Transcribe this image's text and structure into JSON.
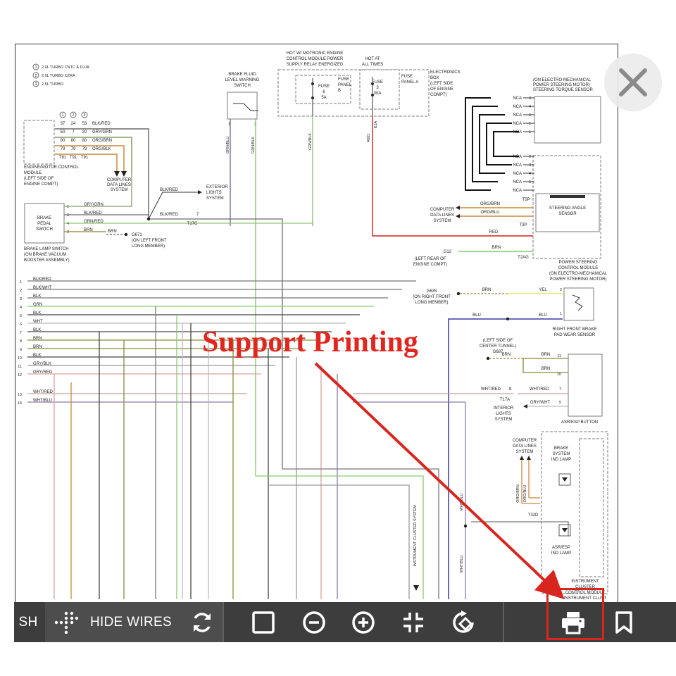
{
  "overlay": {
    "promo_text": "Support Printing",
    "accent_color": "#d8261f",
    "close_icon": "close-icon"
  },
  "toolbar": {
    "partial_label": "SH",
    "hide_wires_label": "HIDE WIRES",
    "icons": [
      "hide-wires-icon",
      "refresh-icon",
      "fit-page-icon",
      "zoom-out-icon",
      "zoom-in-icon",
      "shrink-icon",
      "rotate-icon",
      "print-icon",
      "bookmark-icon"
    ]
  },
  "diagram": {
    "legend": [
      "1",
      "2.0L TURBO CNTC & DJJA",
      "2",
      "2.0L TURBO CZRA",
      "3",
      "2.5L TURBO"
    ],
    "ecm_pins": {
      "headers": [
        "1",
        "2",
        "3"
      ],
      "rows": [
        [
          "37",
          "24",
          "53",
          "BLK/RED"
        ],
        [
          "50",
          "7",
          "20",
          "GRY/GRN"
        ],
        [
          "80",
          "80",
          "80",
          "ORG/BRN"
        ],
        [
          "79",
          "79",
          "79",
          "ORG/BLK"
        ],
        [
          "T81",
          "T91",
          "T91"
        ]
      ],
      "label": [
        "ENGINE/MOTOR CONTROL",
        "MODULE",
        "(LEFT SIDE OF",
        "ENGINE COMPT)"
      ]
    },
    "computer_data_lines_1": [
      "COMPUTER",
      "DATA LINES",
      "SYSTEM"
    ],
    "brake_fluid": [
      "BRAKE FLUID",
      "LEVEL WARNING",
      "SWITCH"
    ],
    "hot_motronic": [
      "HOT W/ MOTRONIC ENGINE",
      "CONTROL MODULE POWER",
      "SUPPLY RELAY ENERGIZED"
    ],
    "hot_at": [
      "HOT AT",
      "ALL TIMES"
    ],
    "fuse_a": [
      "FUSE",
      "6",
      "5A"
    ],
    "fuse_panel_b": [
      "FUSE",
      "PANEL",
      "B"
    ],
    "fuse_b": [
      "FUSE",
      "3",
      "30A"
    ],
    "fuse_panel_a": [
      "FUSE",
      "PANEL A"
    ],
    "electronics_box": [
      "ELECTRONICS",
      "BOX",
      "(LEFT SIDE",
      "OF ENGINE",
      "COMPT)"
    ],
    "eps_motor": [
      "(ON ELECTRO-MECHANICAL",
      "POWER STEERING MOTOR)",
      "STEERING TORQUE SENSOR"
    ],
    "nca": [
      "NCA",
      "NCA",
      "NCA",
      "NCA",
      "NCA",
      "NCA",
      "NCA",
      "NCA",
      "NCA",
      "NCA"
    ],
    "nca_pins": [
      "3",
      "4",
      "2",
      "1",
      "1",
      "2",
      "3",
      "4",
      "5"
    ],
    "connector_t5p": "T5P",
    "connector_t3p": "T3P",
    "connector_t2ag": "T2AG",
    "computer_data_lines_2": [
      "COMPUTER",
      "DATA LINES",
      "SYSTEM"
    ],
    "org_brn": "ORG/BRN",
    "org_blu": "ORG/BLU",
    "red": "RED",
    "brn": "BRN",
    "steering_angle": [
      "STEERING ANGLE",
      "SENSOR"
    ],
    "g12": "G12",
    "left_rear": [
      "(LEFT REAR OF",
      "ENGINE COMPT)"
    ],
    "ps_module": [
      "POWER STEERING",
      "CONTROL MODULE",
      "(ON ELECTRO-MECHANICAL",
      "POWER STEERING MOTOR)"
    ],
    "exterior_lights": [
      "EXTERIOR",
      "LIGHTS",
      "SYSTEM"
    ],
    "brake_pedal": [
      "BRAKE",
      "PEDAL",
      "SWITCH"
    ],
    "brake_lamp": [
      "BRAKE LAMP SWITCH",
      "(ON BRAKE VACUUM",
      "BOOSTER ASSEMBLY)"
    ],
    "g671": [
      "G671",
      "(ON LEFT FRONT",
      "LONG MEMBER)"
    ],
    "pedal_wires": [
      "GRY/GRN",
      "BLK/RED",
      "GRN/RED",
      "BRN"
    ],
    "blk_red": "BLK/RED",
    "t17c": "T17C",
    "g635": [
      "G635",
      "(ON RIGHT FRONT",
      "LONG MEMBER)"
    ],
    "yel": "YEL",
    "blu": "BLU",
    "pad_wear": [
      "RIGHT FRONT BRAKE",
      "PAD WEAR SENSOR"
    ],
    "center_tunnel": [
      "(LEFT SIDE OF",
      "CENTER TUNNEL)",
      "G687"
    ],
    "wht_red": "WHT/RED",
    "t17a": "T17A",
    "gry_wht": "GRY/WHT",
    "interior_lights": [
      "INTERIOR",
      "LIGHTS",
      "SYSTEM"
    ],
    "asr_button": "ASR/ESP BUTTON",
    "computer_data_lines_3": [
      "COMPUTER",
      "DATA LINES",
      "SYSTEM"
    ],
    "brake_ind": [
      "BRAKE",
      "SYSTEM",
      "IND LAMP"
    ],
    "asr_ind": [
      "ASR/ESP",
      "IND LAMP"
    ],
    "instrument": [
      "INSTRUMENT",
      "CLUSTER",
      "CONTROL MODULE",
      "INSTRUMENT CLUST"
    ],
    "t32d": "T32D",
    "instrument_cluster_vert": "INSTRUMENT CLUSTER SYSTEM",
    "bus_wires": [
      [
        "1",
        "BLK/RED"
      ],
      [
        "2",
        "BLK/WHT"
      ],
      [
        "3",
        "BLK"
      ],
      [
        "4",
        "GRN"
      ],
      [
        "5",
        "BLK"
      ],
      [
        "6",
        "WHT"
      ],
      [
        "7",
        "BLK"
      ],
      [
        "8",
        "BRN"
      ],
      [
        "9",
        "BRN"
      ],
      [
        "10",
        "BLK"
      ],
      [
        "11",
        "GRY/BLK"
      ],
      [
        "12",
        "GRY/RED"
      ],
      [
        "13",
        "WHT/RED"
      ],
      [
        "14",
        "WHT/BLU"
      ]
    ],
    "vertical_labels": [
      "GRN/BLU",
      "GRN/BLK",
      "GRN/BLK",
      "RED",
      "RED",
      "WHT/BLU",
      "WHT/BLU",
      "ORG/BRN",
      "ORG/BLU"
    ]
  }
}
